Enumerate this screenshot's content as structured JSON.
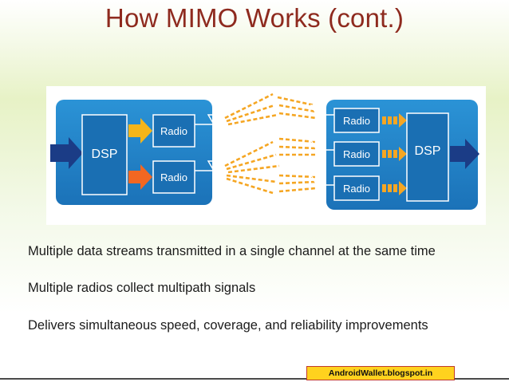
{
  "title": "How MIMO Works (cont.)",
  "diagram": {
    "tx_dsp_label": "DSP",
    "tx_radio_labels": [
      "Radio",
      "Radio"
    ],
    "rx_radio_labels": [
      "Radio",
      "Radio",
      "Radio"
    ],
    "rx_dsp_label": "DSP",
    "colors": {
      "panel_blue": "#1f7fc6",
      "box_blue": "#1a6fb3",
      "arrow_navy": "#1b3c86",
      "arrow_yellow": "#f5b51a",
      "arrow_orange": "#f26722",
      "signal_orange": "#f5a623"
    }
  },
  "bullets": [
    "Multiple data streams transmitted in a single channel at the same time",
    "Multiple radios collect multipath signals",
    "Delivers simultaneous speed, coverage, and reliability improvements"
  ],
  "watermark": "AndroidWallet.blogspot.in"
}
